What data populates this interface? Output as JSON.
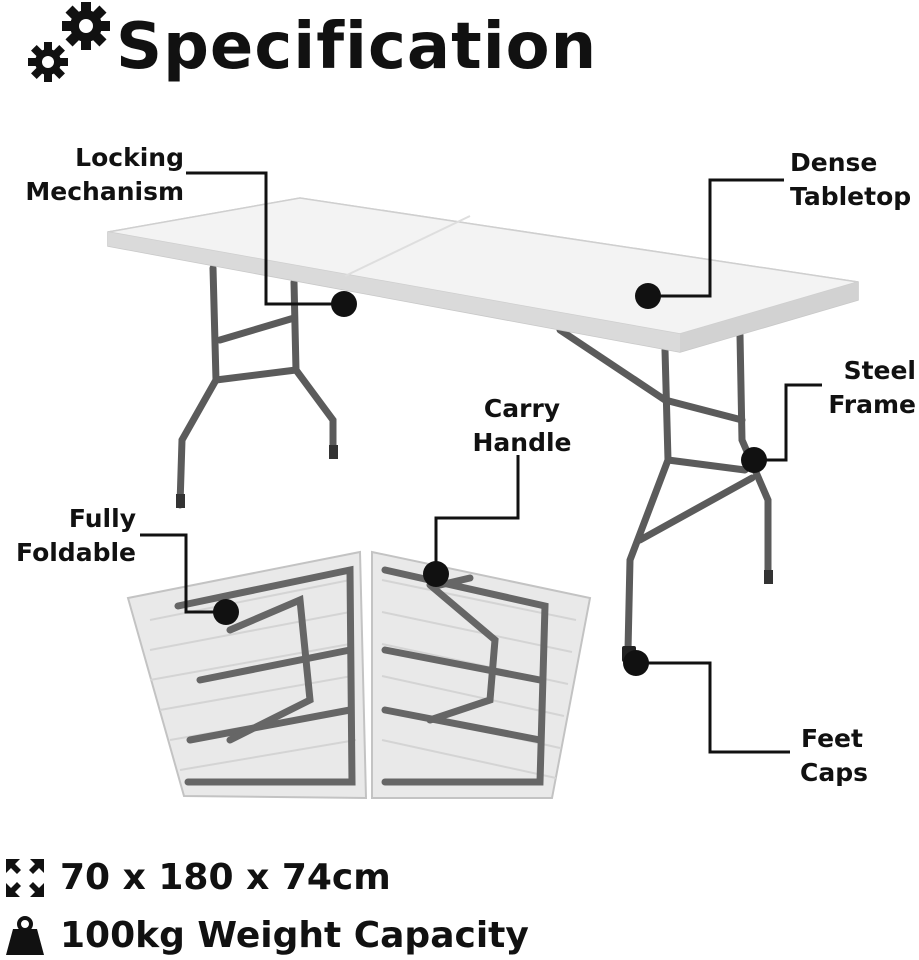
{
  "header": {
    "title": "Specification",
    "icon": "gears-icon"
  },
  "callouts": {
    "locking": [
      "Locking",
      "Mechanism"
    ],
    "tabletop": [
      "Dense",
      "Tabletop"
    ],
    "frame": [
      "Steel",
      "Frame"
    ],
    "handle": [
      "Carry",
      "Handle"
    ],
    "foldable": [
      "Fully",
      "Foldable"
    ],
    "feet": [
      "Feet",
      "Caps"
    ]
  },
  "specs": {
    "dimensions": "70 x 180 x 74cm",
    "dimensions_icon": "expand-arrows-icon",
    "weight": "100kg Weight Capacity",
    "weight_icon": "weight-icon"
  },
  "colors": {
    "text": "#111111",
    "frame": "#5a5a5a",
    "tabletop": "#f1f1f1"
  }
}
